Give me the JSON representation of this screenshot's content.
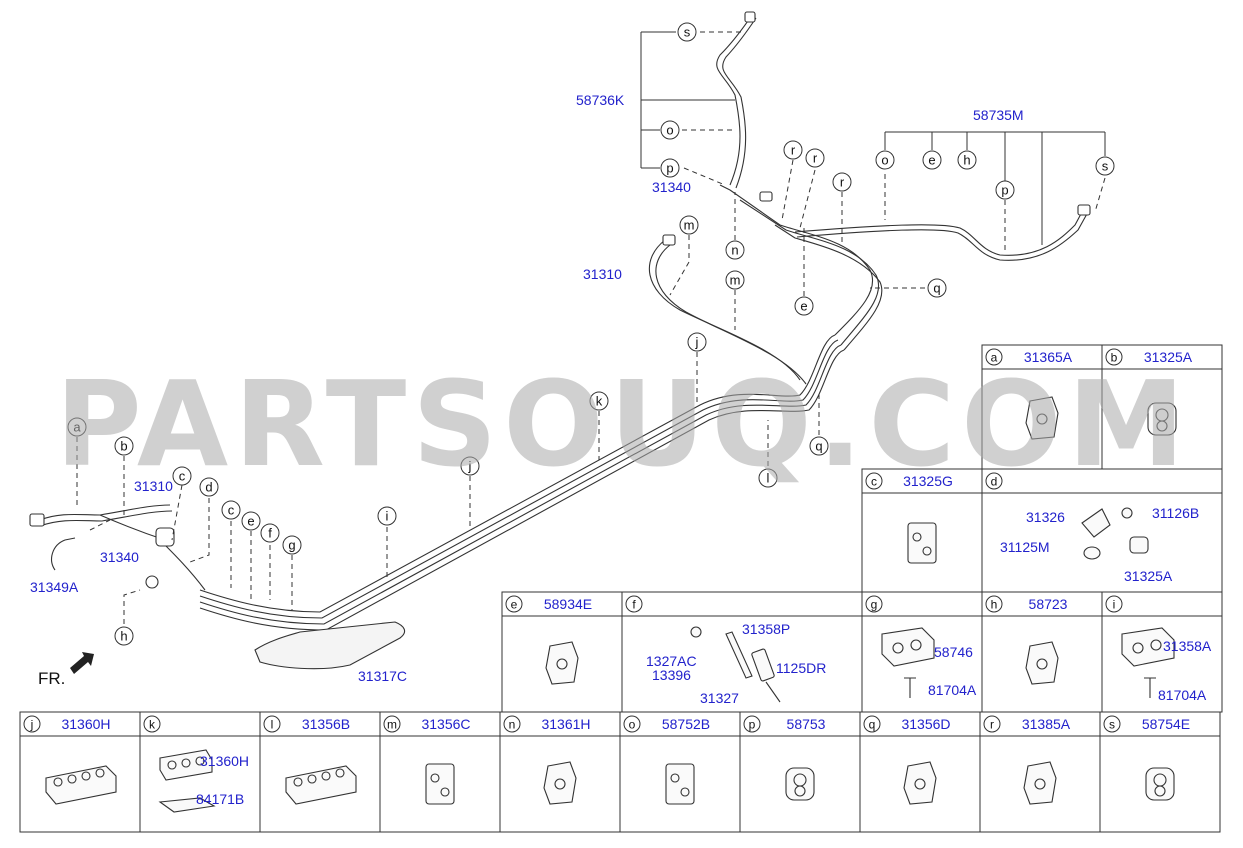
{
  "watermark": "PARTSOUQ.COM",
  "front_label": "FR.",
  "colors": {
    "part_number": "#2222cc",
    "line": "#333333",
    "watermark": "#aaaaaa"
  },
  "callouts": [
    {
      "id": "s_top",
      "letter": "s"
    },
    {
      "id": "o_top",
      "letter": "o"
    },
    {
      "id": "p_top",
      "letter": "p"
    },
    {
      "id": "r1",
      "letter": "r"
    },
    {
      "id": "r2",
      "letter": "r"
    },
    {
      "id": "r3",
      "letter": "r"
    },
    {
      "id": "m1",
      "letter": "m"
    },
    {
      "id": "m2",
      "letter": "m"
    },
    {
      "id": "n1",
      "letter": "n"
    },
    {
      "id": "e_mid",
      "letter": "e"
    },
    {
      "id": "q1",
      "letter": "q"
    },
    {
      "id": "o_r",
      "letter": "o"
    },
    {
      "id": "e_r",
      "letter": "e"
    },
    {
      "id": "h_r",
      "letter": "h"
    },
    {
      "id": "p_r",
      "letter": "p"
    },
    {
      "id": "s_r",
      "letter": "s"
    },
    {
      "id": "j1",
      "letter": "j"
    },
    {
      "id": "k1",
      "letter": "k"
    },
    {
      "id": "q2",
      "letter": "q"
    },
    {
      "id": "l1",
      "letter": "l"
    },
    {
      "id": "j2",
      "letter": "j"
    },
    {
      "id": "i1",
      "letter": "i"
    },
    {
      "id": "a1",
      "letter": "a"
    },
    {
      "id": "b1",
      "letter": "b"
    },
    {
      "id": "c1",
      "letter": "c"
    },
    {
      "id": "d1",
      "letter": "d"
    },
    {
      "id": "c2",
      "letter": "c"
    },
    {
      "id": "e2",
      "letter": "e"
    },
    {
      "id": "f1",
      "letter": "f"
    },
    {
      "id": "g1",
      "letter": "g"
    },
    {
      "id": "h1",
      "letter": "h"
    }
  ],
  "main_labels": [
    {
      "id": "l_58736K",
      "text": "58736K"
    },
    {
      "id": "l_58735M",
      "text": "58735M"
    },
    {
      "id": "l_31340_top",
      "text": "31340"
    },
    {
      "id": "l_31310_top",
      "text": "31310"
    },
    {
      "id": "l_31310_left",
      "text": "31310"
    },
    {
      "id": "l_31340_left",
      "text": "31340"
    },
    {
      "id": "l_31349A",
      "text": "31349A"
    },
    {
      "id": "l_31317C",
      "text": "31317C"
    }
  ],
  "parts_table": [
    {
      "letter": "a",
      "part": "31365A",
      "icon": "clip"
    },
    {
      "letter": "b",
      "part": "31325A",
      "icon": "grommet"
    },
    {
      "letter": "c",
      "part": "31325G",
      "icon": "clamp-block"
    },
    {
      "letter": "d",
      "part": "",
      "icon": "bracket-set",
      "sublabels": [
        "31326",
        "31126B",
        "31125M",
        "31325A"
      ]
    },
    {
      "letter": "e",
      "part": "58934E",
      "icon": "clip"
    },
    {
      "letter": "f",
      "part": "",
      "icon": "bracket-bolt",
      "sublabels": [
        "31358P",
        "1327AC",
        "13396",
        "1125DR",
        "31327"
      ]
    },
    {
      "letter": "g",
      "part": "",
      "icon": "clamp-screw",
      "sublabels": [
        "58746",
        "81704A"
      ]
    },
    {
      "letter": "h",
      "part": "58723",
      "icon": "clip"
    },
    {
      "letter": "i",
      "part": "",
      "icon": "clamp-screw",
      "sublabels": [
        "31358A",
        "81704A"
      ]
    },
    {
      "letter": "j",
      "part": "31360H",
      "icon": "multi-clamp"
    },
    {
      "letter": "k",
      "part": "",
      "icon": "multi-clamp-pad",
      "sublabels": [
        "31360H",
        "84171B"
      ]
    },
    {
      "letter": "l",
      "part": "31356B",
      "icon": "multi-clamp"
    },
    {
      "letter": "m",
      "part": "31356C",
      "icon": "clamp-block"
    },
    {
      "letter": "n",
      "part": "31361H",
      "icon": "clip"
    },
    {
      "letter": "o",
      "part": "58752B",
      "icon": "clamp-block"
    },
    {
      "letter": "p",
      "part": "58753",
      "icon": "grommet"
    },
    {
      "letter": "q",
      "part": "31356D",
      "icon": "clip"
    },
    {
      "letter": "r",
      "part": "31385A",
      "icon": "clip"
    },
    {
      "letter": "s",
      "part": "58754E",
      "icon": "grommet"
    }
  ]
}
